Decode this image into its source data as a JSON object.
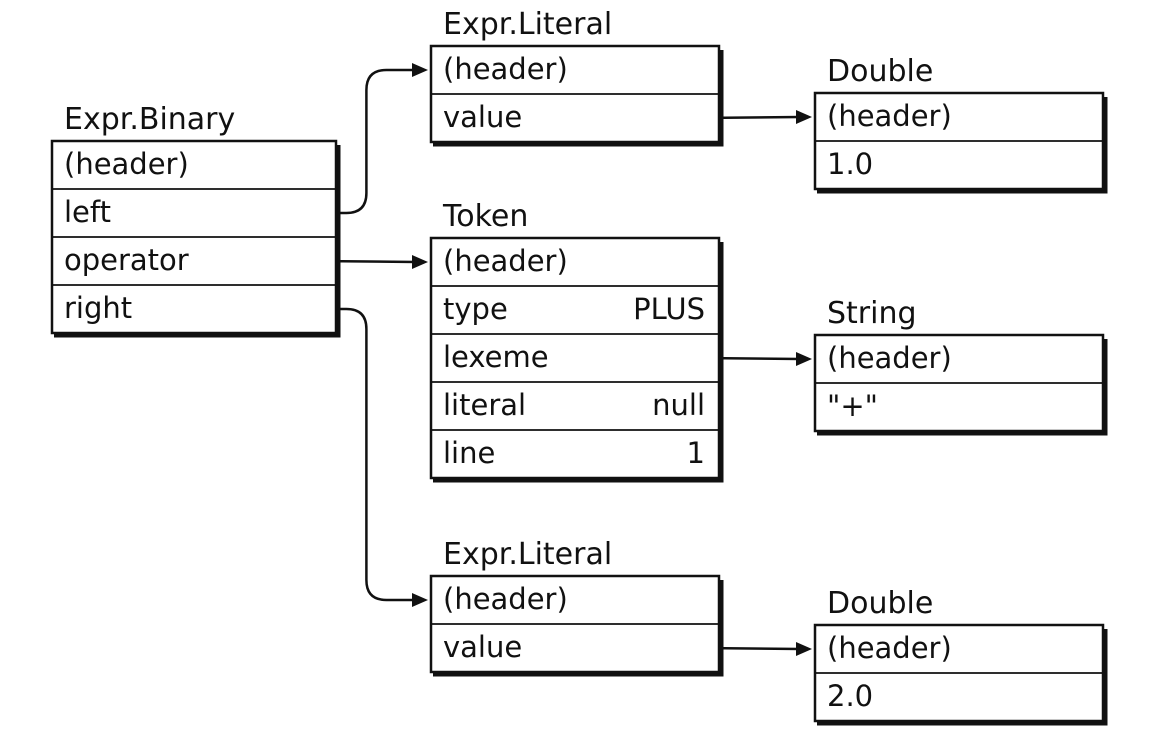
{
  "objects": [
    {
      "id": "binary",
      "title": "Expr.Binary",
      "rows": [
        {
          "label": "(header)",
          "value": ""
        },
        {
          "label": "left",
          "value": ""
        },
        {
          "label": "operator",
          "value": ""
        },
        {
          "label": "right",
          "value": ""
        }
      ]
    },
    {
      "id": "literal1",
      "title": "Expr.Literal",
      "rows": [
        {
          "label": "(header)",
          "value": ""
        },
        {
          "label": "value",
          "value": ""
        }
      ]
    },
    {
      "id": "double1",
      "title": "Double",
      "rows": [
        {
          "label": "(header)",
          "value": ""
        },
        {
          "label": "1.0",
          "value": ""
        }
      ]
    },
    {
      "id": "token",
      "title": "Token",
      "rows": [
        {
          "label": "(header)",
          "value": ""
        },
        {
          "label": "type",
          "value": "PLUS"
        },
        {
          "label": "lexeme",
          "value": ""
        },
        {
          "label": "literal",
          "value": "null"
        },
        {
          "label": "line",
          "value": "1"
        }
      ]
    },
    {
      "id": "string",
      "title": "String",
      "rows": [
        {
          "label": "(header)",
          "value": ""
        },
        {
          "label": "\"+\"",
          "value": ""
        }
      ]
    },
    {
      "id": "literal2",
      "title": "Expr.Literal",
      "rows": [
        {
          "label": "(header)",
          "value": ""
        },
        {
          "label": "value",
          "value": ""
        }
      ]
    },
    {
      "id": "double2",
      "title": "Double",
      "rows": [
        {
          "label": "(header)",
          "value": ""
        },
        {
          "label": "2.0",
          "value": ""
        }
      ]
    }
  ],
  "references": [
    {
      "from": "binary.left",
      "to": "literal1"
    },
    {
      "from": "binary.operator",
      "to": "token"
    },
    {
      "from": "binary.right",
      "to": "literal2"
    },
    {
      "from": "literal1.value",
      "to": "double1"
    },
    {
      "from": "token.lexeme",
      "to": "string"
    },
    {
      "from": "literal2.value",
      "to": "double2"
    }
  ]
}
